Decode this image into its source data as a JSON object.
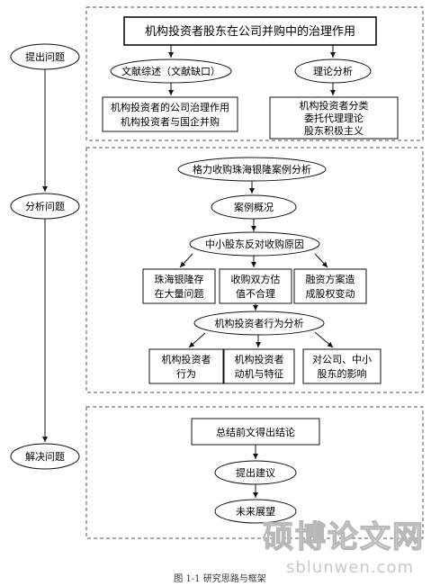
{
  "diagram": {
    "title": "机构投资者股东在公司并购中的治理作用",
    "stages": [
      {
        "id": "stage1",
        "label": "提出问题"
      },
      {
        "id": "stage2",
        "label": "分析问题"
      },
      {
        "id": "stage3",
        "label": "解决问题"
      }
    ],
    "section1": {
      "left_head": "文献综述（文献缺口）",
      "left_box": [
        "机构投资者的公司治理作用",
        "机构投资者与国企并购"
      ],
      "right_head": "理论分析",
      "right_box": [
        "机构投资者分类",
        "委托代理理论",
        "股东积极主义"
      ]
    },
    "section2": {
      "case": "格力收购珠海银隆案例分析",
      "overview": "案例概况",
      "reasons_head": "中小股东反对收购原因",
      "reasons": [
        [
          "珠海银隆存",
          "在大量问题"
        ],
        [
          "收购双方估",
          "值不合理"
        ],
        [
          "融资方案造",
          "成股权变动"
        ]
      ],
      "behavior_head": "机构投资者行为分析",
      "behaviors": [
        [
          "机构投资者",
          "行为"
        ],
        [
          "机构投资者",
          "动机与特征"
        ],
        [
          "对公司、中小",
          "股东的影响"
        ]
      ]
    },
    "section3": {
      "summary": "总结前文得出结论",
      "suggest": "提出建议",
      "outlook": "未来展望"
    }
  },
  "watermark": {
    "cn": "硕博论文网",
    "url": "sblunwen.com"
  },
  "caption": "图 1-1  研究思路与框架"
}
